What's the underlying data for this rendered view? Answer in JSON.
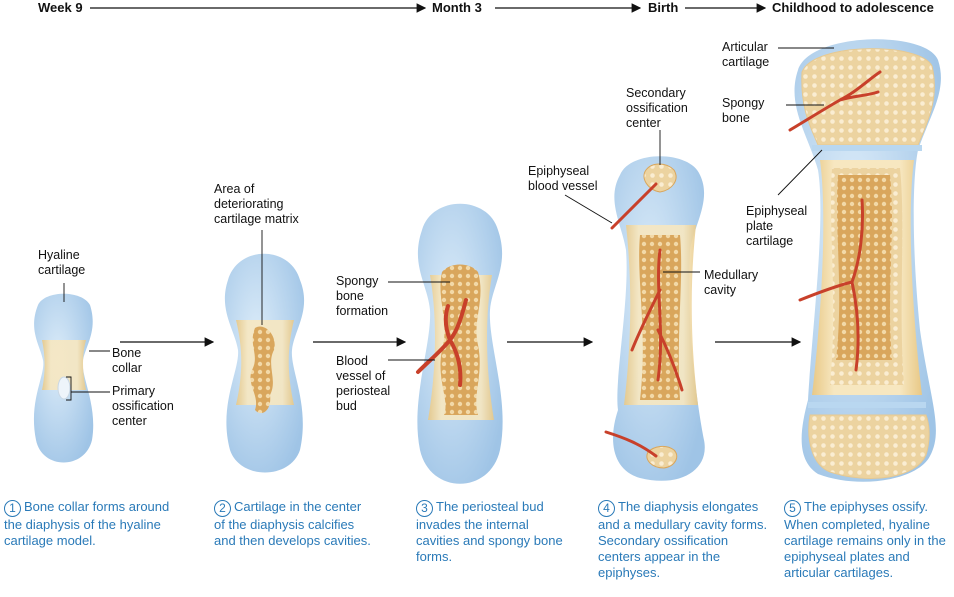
{
  "timeline": {
    "week9": "Week 9",
    "month3": "Month 3",
    "birth": "Birth",
    "childhood": "Childhood to adolescence"
  },
  "labels": {
    "hyaline_cartilage": "Hyaline\ncartilage",
    "bone_collar": "Bone\ncollar",
    "primary_ossification_center": "Primary\nossification\ncenter",
    "deteriorating_cartilage": "Area of\ndeteriorating\ncartilage matrix",
    "spongy_bone_formation": "Spongy\nbone\nformation",
    "blood_vessel_periosteal_bud": "Blood\nvessel of\nperiosteal\nbud",
    "secondary_ossification_center": "Secondary\nossification\ncenter",
    "epiphyseal_blood_vessel": "Epiphyseal\nblood vessel",
    "medullary_cavity": "Medullary\ncavity",
    "articular_cartilage": "Articular\ncartilage",
    "spongy_bone": "Spongy\nbone",
    "epiphyseal_plate_cartilage": "Epiphyseal\nplate\ncartilage"
  },
  "steps": [
    {
      "num": "1",
      "text": "Bone collar forms around the diaphysis of the hyaline cartilage model."
    },
    {
      "num": "2",
      "text": "Cartilage in the center of the diaphysis calcifies and then develops cavities."
    },
    {
      "num": "3",
      "text": "The periosteal bud invades the internal cavities and spongy bone forms."
    },
    {
      "num": "4",
      "text": "The diaphysis elongates and a medullary cavity forms. Secondary ossification centers appear in the epiphyses."
    },
    {
      "num": "5",
      "text": "The epiphyses ossify. When completed, hyaline cartilage remains only in the epiphyseal plates and articular cartilages."
    }
  ],
  "colors": {
    "cartilage": "#b9d7f0",
    "bone_collar": "#f0d9a0",
    "spongy": "#d9a65c",
    "vessel": "#c8402a",
    "caption": "#2a7ab8"
  }
}
